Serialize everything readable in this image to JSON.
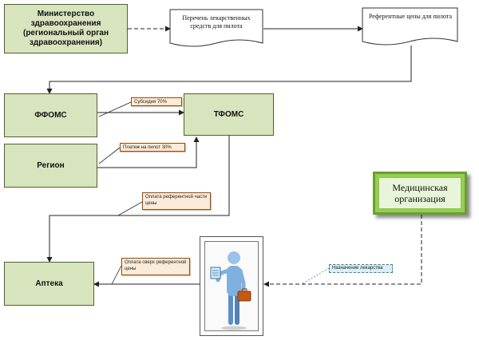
{
  "nodes": {
    "ministry": "Министерство здравоохранения (региональный орган здравоохранения)",
    "drug_list": "Перечень лекарственных средств для пилота",
    "ref_prices": "Референтные цены для пилота",
    "ffoms": "ФФОМС",
    "tfoms": "ТФОМС",
    "region": "Регион",
    "pharmacy": "Аптека",
    "medical_org": "Медицинская организация"
  },
  "edge_labels": {
    "subsidy": "Субсидия 70%",
    "region_payment": "Платеж на пилот 30%",
    "ref_payment": "Оплата референтной части цены",
    "over_payment": "Оплата сверх референтной цены",
    "prescription": "Назначение лекарства"
  },
  "colors": {
    "box_fill": "#d7e4bd",
    "box_border": "#4f6228",
    "note_fill": "#fcebd9",
    "note_border": "#974806",
    "med_fill": "#92d050",
    "prescription_fill": "#daeef3"
  },
  "icons": {
    "patient": "person-with-document-and-briefcase-icon"
  }
}
